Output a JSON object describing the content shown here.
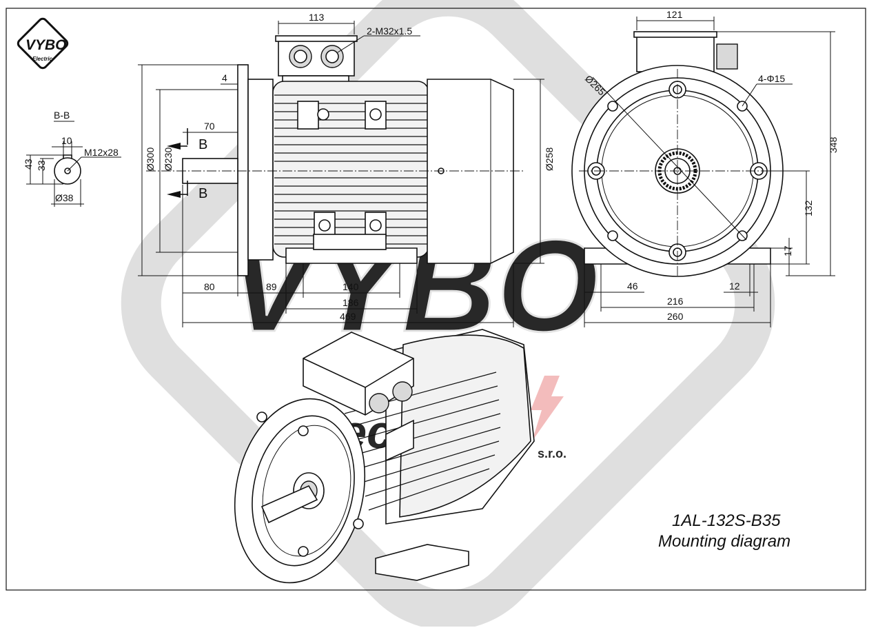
{
  "logo": {
    "brand": "VYBO",
    "sub": "Electric"
  },
  "watermark": {
    "text": "Electric",
    "suffix": "s.r.o."
  },
  "section": {
    "label": "B-B",
    "keyway_width": "10",
    "thread": "M12x28",
    "key_height": "43",
    "shaft_height": "33",
    "shaft_diameter": "Ø38"
  },
  "side_view": {
    "terminal_box_width": "113",
    "cable_glands": "2-M32x1.5",
    "flange_thickness": "4",
    "shaft_length": "70",
    "section_mark": "B",
    "flange_outer": "Ø300",
    "spigot": "Ø230",
    "body_diameter": "Ø258",
    "dim_80": "80",
    "dim_89": "89",
    "dim_140": "140",
    "dim_186": "186",
    "dim_469": "469"
  },
  "front_view": {
    "terminal_box_width": "121",
    "pcd": "Ø265",
    "holes": "4-Φ15",
    "height_total": "348",
    "shaft_height": "132",
    "foot_height": "17",
    "dim_46": "46",
    "dim_12": "12",
    "dim_216": "216",
    "dim_260": "260"
  },
  "title": {
    "model": "1AL-132S-B35",
    "subtitle": "Mounting diagram"
  },
  "colors": {
    "line": "#111111",
    "watermark": "#d8d8d8",
    "accent_red": "#d22a2a"
  }
}
